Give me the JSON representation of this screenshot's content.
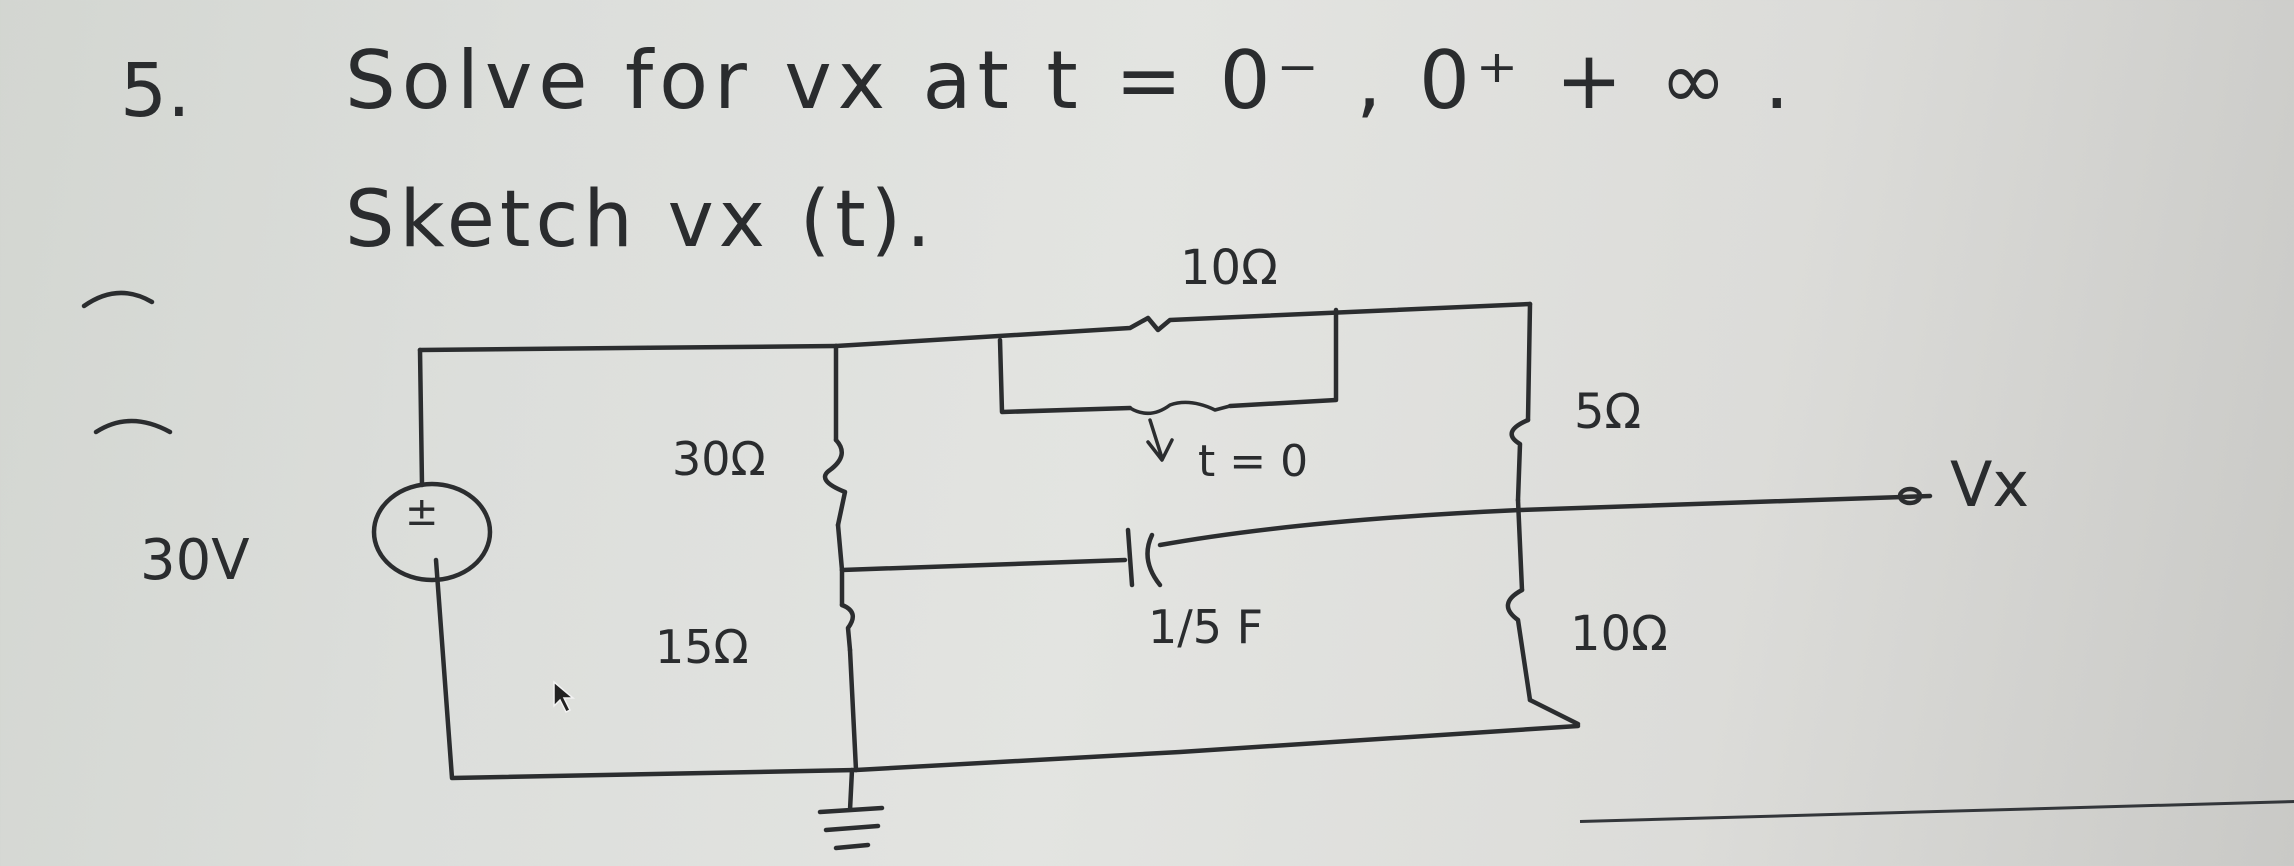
{
  "problem": {
    "number": "5.",
    "line1": "Solve for vx at t = 0⁻ , 0⁺ + ∞ .",
    "line2": "Sketch vx (t)."
  },
  "circuit": {
    "source_label": "30V",
    "source_polarity": "+ −",
    "r_top": "10Ω",
    "r_left_top": "30Ω",
    "r_left_bottom": "15Ω",
    "r_right_top": "5Ω",
    "r_right_bottom": "10Ω",
    "switch_label": "t = 0",
    "capacitor_label": "1/5 F",
    "output_label": "Vx"
  },
  "icons": {
    "cursor": "mouse-pointer-icon",
    "ground": "ground-symbol-icon",
    "source": "voltage-source-icon"
  }
}
